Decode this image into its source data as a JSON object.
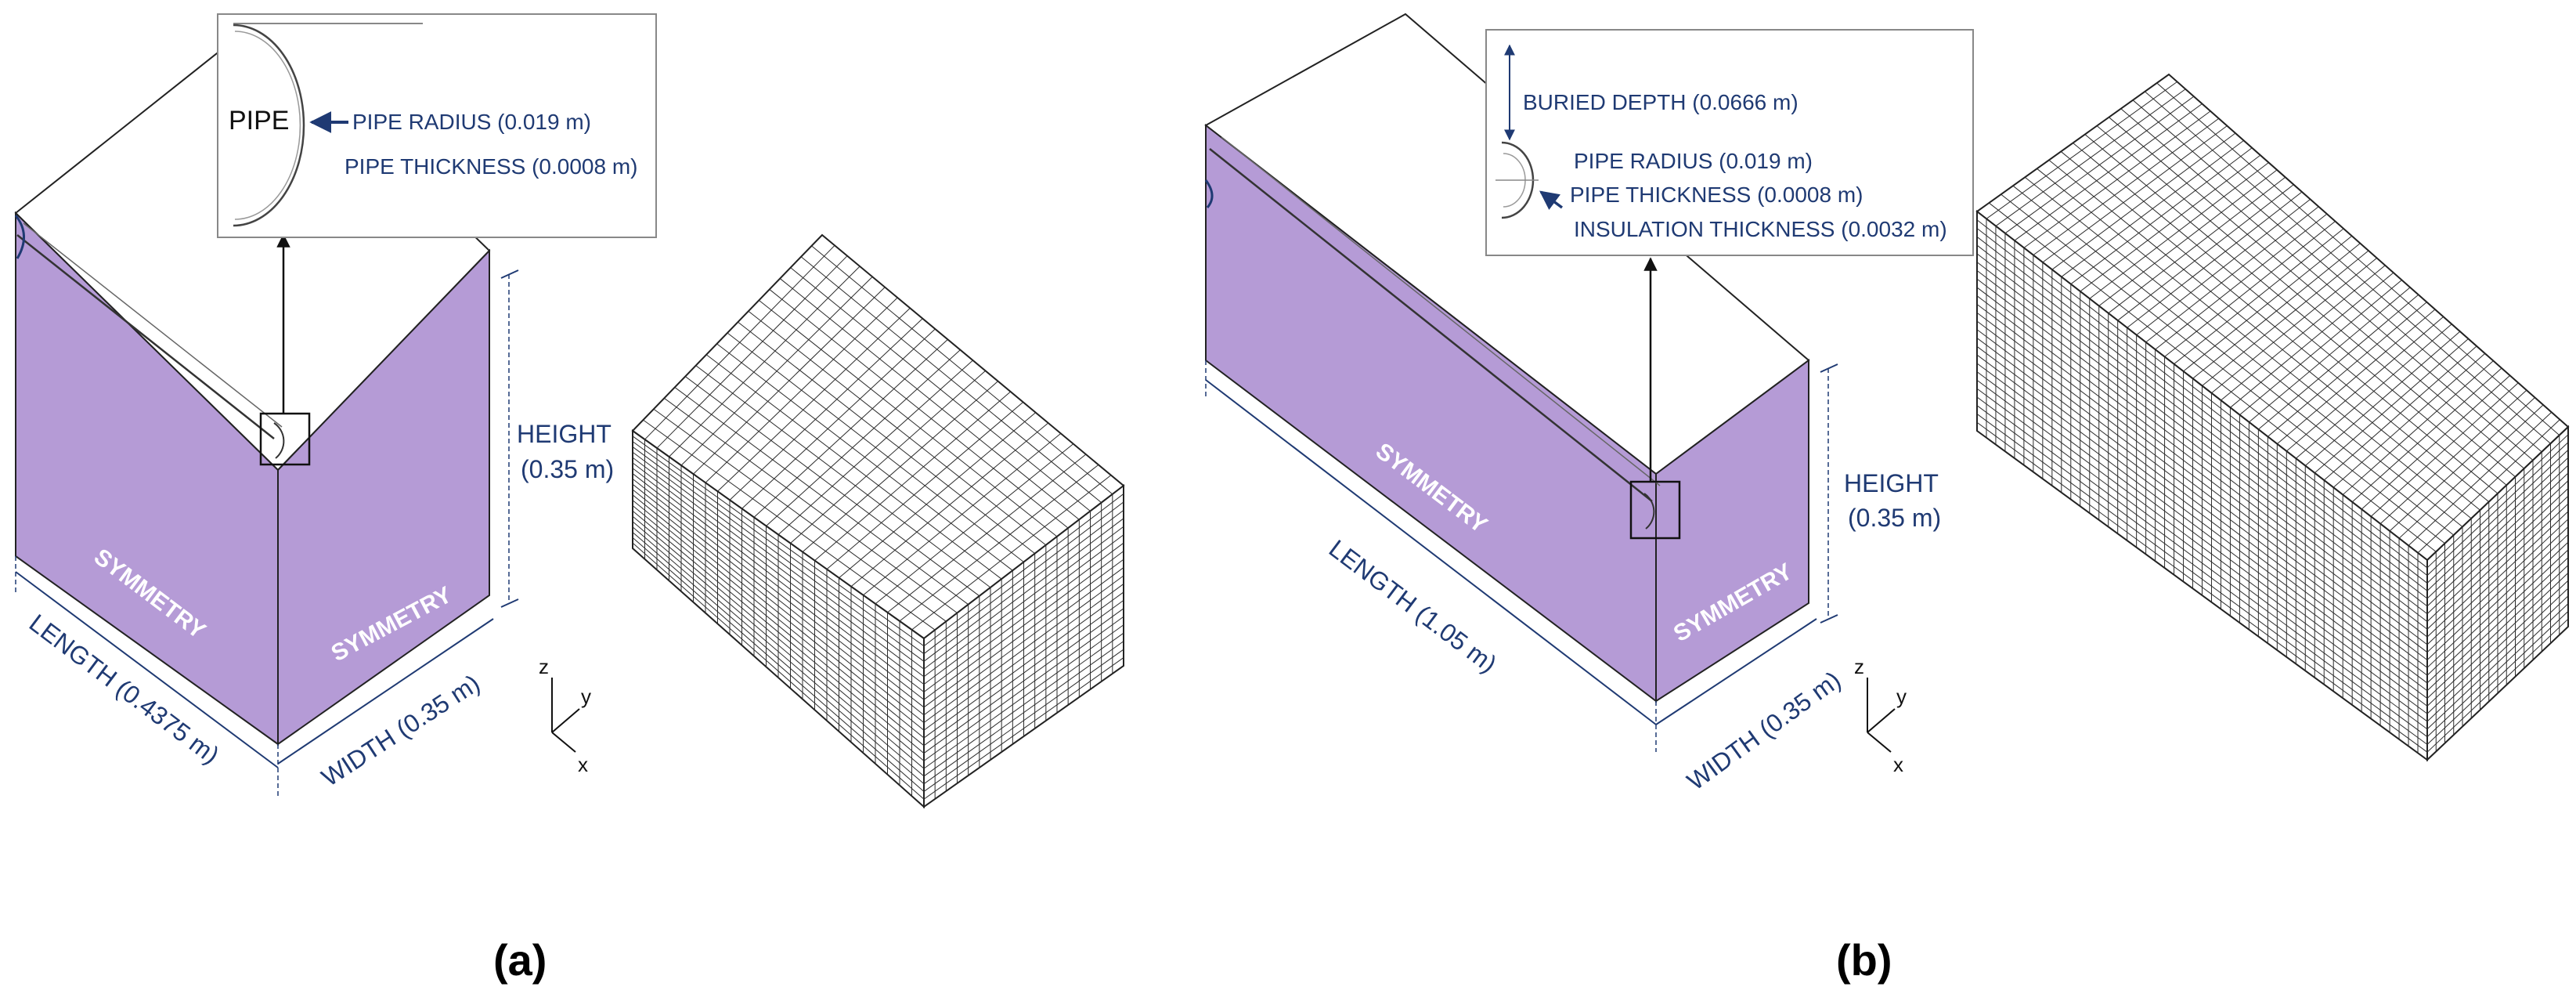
{
  "colors": {
    "face_purple": "#b59bd6",
    "face_purple_dark": "#a585cc",
    "label_navy": "#1f3a73",
    "mesh_line": "#2b2b2b"
  },
  "panel_a": {
    "callout": {
      "pipe": "PIPE",
      "pipe_radius": "PIPE RADIUS (0.019 m)",
      "pipe_thickness": "PIPE THICKNESS (0.0008 m)"
    },
    "height": "HEIGHT",
    "height_value": "(0.35 m)",
    "symmetry_left": "SYMMETRY",
    "symmetry_right": "SYMMETRY",
    "length": "LENGTH (0.4375 m)",
    "width": "WIDTH (0.35 m)",
    "axis": {
      "z": "z",
      "y": "y",
      "x": "x"
    },
    "caption": "(a)"
  },
  "panel_b": {
    "callout": {
      "buried_depth": "BURIED DEPTH (0.0666 m)",
      "pipe_radius": "PIPE RADIUS (0.019 m)",
      "pipe_thickness": "PIPE THICKNESS (0.0008 m)",
      "insulation_thickness": "INSULATION THICKNESS (0.0032 m)"
    },
    "height": "HEIGHT",
    "height_value": "(0.35 m)",
    "symmetry_left": "SYMMETRY",
    "symmetry_right": "SYMMETRY",
    "length": "LENGTH (1.05 m)",
    "width": "WIDTH (0.35 m)",
    "axis": {
      "z": "z",
      "y": "y",
      "x": "x"
    },
    "caption": "(b)"
  }
}
